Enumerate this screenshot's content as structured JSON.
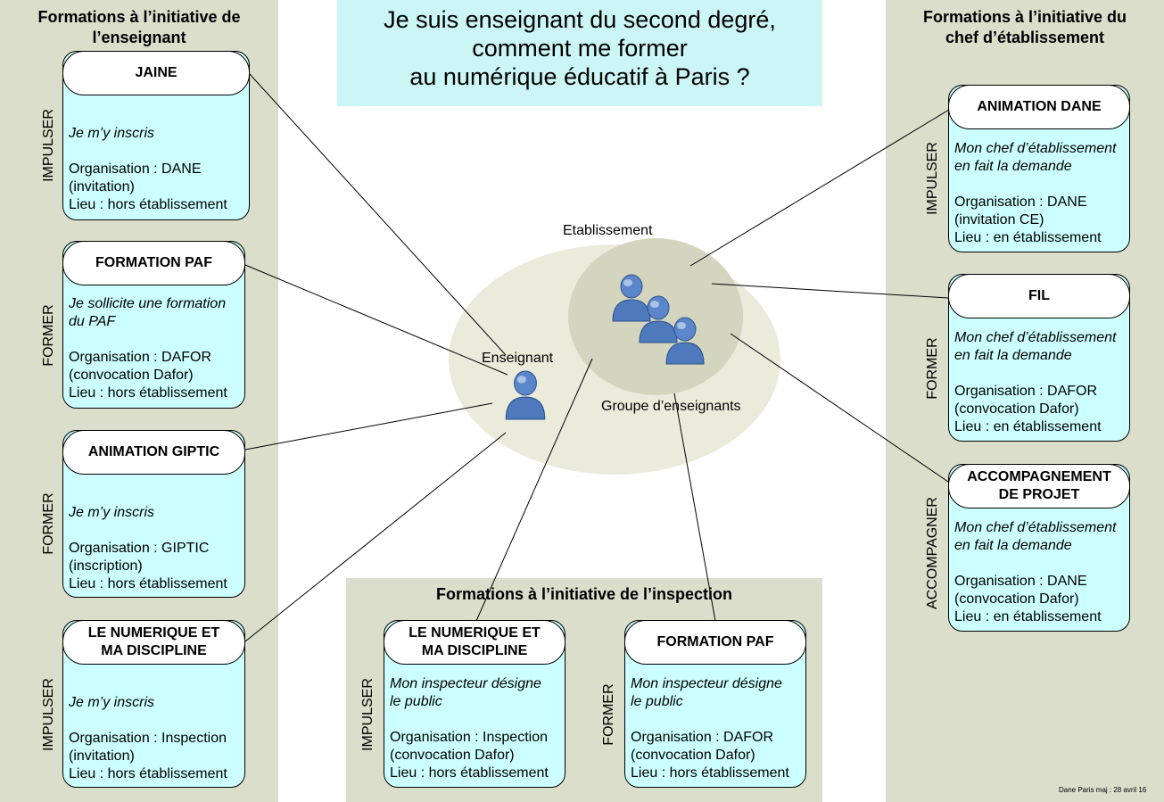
{
  "title": {
    "line1": "Je suis enseignant du second degré,",
    "line2": "comment me former",
    "line3": "au numérique éducatif à Paris ?"
  },
  "panels": {
    "left": {
      "title_line1": "Formations à l’initiative de",
      "title_line2": "l’enseignant"
    },
    "right": {
      "title_line1": "Formations à l’initiative du",
      "title_line2": "chef d’établissement"
    },
    "bottom": {
      "title": "Formations à l’initiative de l’inspection"
    }
  },
  "cards": {
    "jaine": {
      "title": "JAINE",
      "side": "IMPULSER",
      "intro": "Je m’y inscris",
      "org1": "Organisation : DANE",
      "org2": "(invitation)",
      "place": "Lieu : hors établissement"
    },
    "paf_left": {
      "title": "FORMATION PAF",
      "side": "FORMER",
      "intro1": "Je sollicite une formation",
      "intro2": "du PAF",
      "org1": "Organisation : DAFOR",
      "org2": "(convocation Dafor)",
      "place": "Lieu : hors établissement"
    },
    "giptic": {
      "title": "ANIMATION GIPTIC",
      "side": "FORMER",
      "intro": "Je m’y inscris",
      "org1": "Organisation : GIPTIC",
      "org2": "(inscription)",
      "place": "Lieu : hors établissement"
    },
    "numerique_left": {
      "title1": "LE NUMERIQUE ET",
      "title2": "MA DISCIPLINE",
      "side": "IMPULSER",
      "intro": "Je m’y inscris",
      "org1": "Organisation : Inspection",
      "org2": "(invitation)",
      "place": "Lieu : hors établissement"
    },
    "animation_dane": {
      "title": "ANIMATION DANE",
      "side": "IMPULSER",
      "intro1": "Mon chef d’établissement",
      "intro2": "en fait la demande",
      "org1": "Organisation : DANE",
      "org2": "(invitation CE)",
      "place": "Lieu : en établissement"
    },
    "fil": {
      "title": "FIL",
      "side": "FORMER",
      "intro1": "Mon chef d’établissement",
      "intro2": "en fait la demande",
      "org1": "Organisation : DAFOR",
      "org2": "(convocation Dafor)",
      "place": "Lieu : en établissement"
    },
    "accompagnement": {
      "title1": "ACCOMPAGNEMENT",
      "title2": "DE PROJET",
      "side": "ACCOMPAGNER",
      "intro1": "Mon chef d’établissement",
      "intro2": "en fait la demande",
      "org1": "Organisation : DANE",
      "org2": "(convocation Dafor)",
      "place": "Lieu : en établissement"
    },
    "numerique_bottom": {
      "title1": "LE NUMERIQUE ET",
      "title2": "MA DISCIPLINE",
      "side": "IMPULSER",
      "intro1": "Mon inspecteur désigne",
      "intro2": "le public",
      "org1": "Organisation : Inspection",
      "org2": "(convocation Dafor)",
      "place": "Lieu : hors établissement"
    },
    "paf_bottom": {
      "title": "FORMATION PAF",
      "side": "FORMER",
      "intro1": "Mon inspecteur désigne",
      "intro2": "le public",
      "org1": "Organisation : DAFOR",
      "org2": "(convocation Dafor)",
      "place": "Lieu : hors établissement"
    }
  },
  "center": {
    "etablissement": "Etablissement",
    "enseignant": "Enseignant",
    "groupe": "Groupe d’enseignants"
  },
  "footnote": "Dane Paris maj : 28 avril 16",
  "colors": {
    "panel_bg": "#dadecb",
    "card_bg": "#ccffff",
    "title_bg": "#ccf6f6",
    "ellipse_outer": "#ebebdc",
    "ellipse_inner": "#d3d5bf",
    "person_blue": "#5b86c9"
  }
}
